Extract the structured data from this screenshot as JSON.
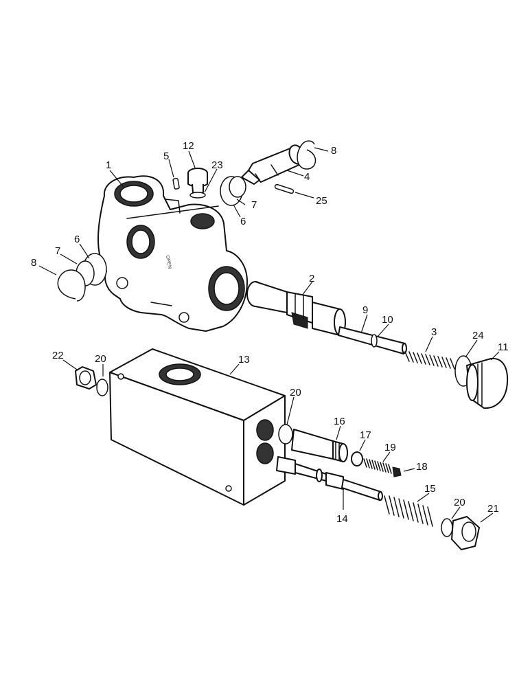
{
  "diagram": {
    "callouts": [
      {
        "id": "c1",
        "text": "1"
      },
      {
        "id": "c2",
        "text": "2"
      },
      {
        "id": "c3",
        "text": "3"
      },
      {
        "id": "c4",
        "text": "4"
      },
      {
        "id": "c5",
        "text": "5"
      },
      {
        "id": "c6a",
        "text": "6"
      },
      {
        "id": "c6b",
        "text": "6"
      },
      {
        "id": "c7a",
        "text": "7"
      },
      {
        "id": "c7b",
        "text": "7"
      },
      {
        "id": "c8a",
        "text": "8"
      },
      {
        "id": "c8b",
        "text": "8"
      },
      {
        "id": "c9",
        "text": "9"
      },
      {
        "id": "c10",
        "text": "10"
      },
      {
        "id": "c11",
        "text": "11"
      },
      {
        "id": "c12",
        "text": "12"
      },
      {
        "id": "c13",
        "text": "13"
      },
      {
        "id": "c14",
        "text": "14"
      },
      {
        "id": "c15",
        "text": "15"
      },
      {
        "id": "c16",
        "text": "16"
      },
      {
        "id": "c17",
        "text": "17"
      },
      {
        "id": "c18",
        "text": "18"
      },
      {
        "id": "c19",
        "text": "19"
      },
      {
        "id": "c20a",
        "text": "20"
      },
      {
        "id": "c20b",
        "text": "20"
      },
      {
        "id": "c20c",
        "text": "20"
      },
      {
        "id": "c21",
        "text": "21"
      },
      {
        "id": "c22",
        "text": "22"
      },
      {
        "id": "c23",
        "text": "23"
      },
      {
        "id": "c24",
        "text": "24"
      },
      {
        "id": "c25",
        "text": "25"
      }
    ],
    "cast_markings": [
      "OPEN"
    ]
  }
}
